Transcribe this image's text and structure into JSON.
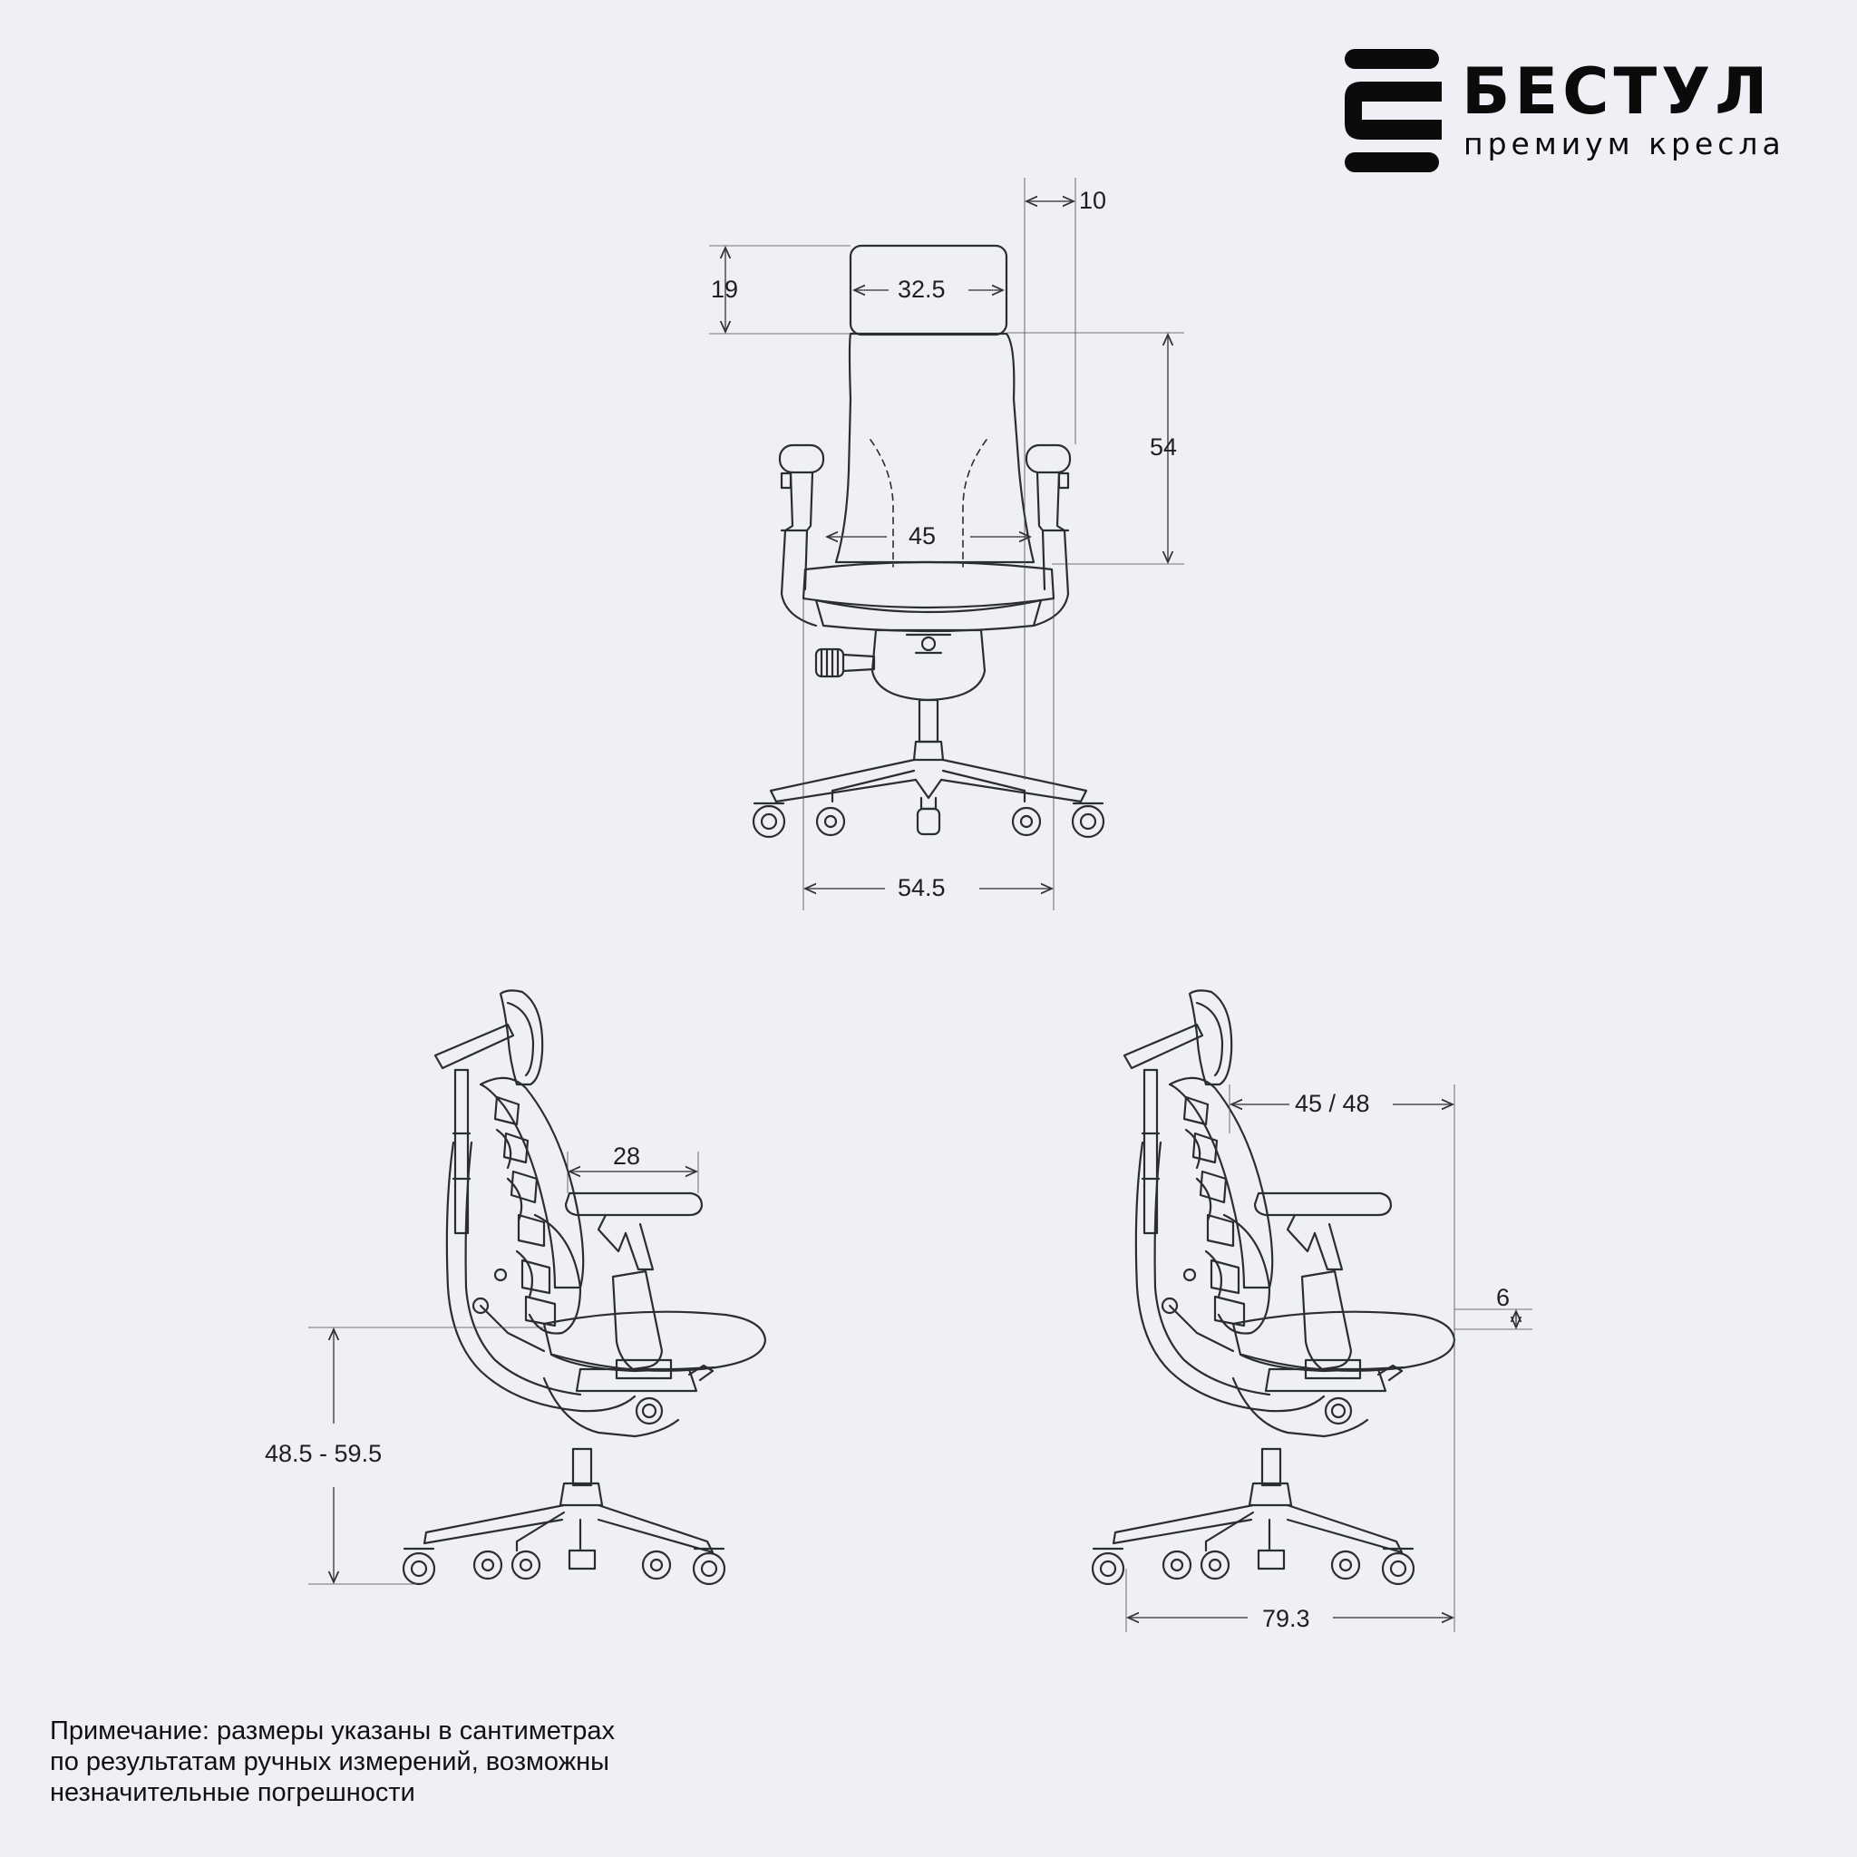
{
  "brand": {
    "name": "БЕСТУЛ",
    "tagline": "премиум кресла"
  },
  "note": {
    "lines": [
      "Примечание: размеры указаны в сантиметрах",
      "по результатам ручных измерений, возможны",
      "незначительные погрешности"
    ]
  },
  "front_view": {
    "headrest_width": "32.5",
    "headrest_height": "19",
    "headrest_offset": "10",
    "backrest_height": "54",
    "seat_width": "45",
    "base_width": "54.5"
  },
  "side_view_left": {
    "armrest_length": "28",
    "seat_height": "48.5 - 59.5"
  },
  "side_view_right": {
    "seat_depth": "45 / 48",
    "armrest_offset": "6",
    "total_depth": "79.3"
  },
  "colors": {
    "background": "#eef0f6",
    "line": "#2b2d33",
    "dim_line": "#4a4c52",
    "text": "#1a1a1a"
  }
}
